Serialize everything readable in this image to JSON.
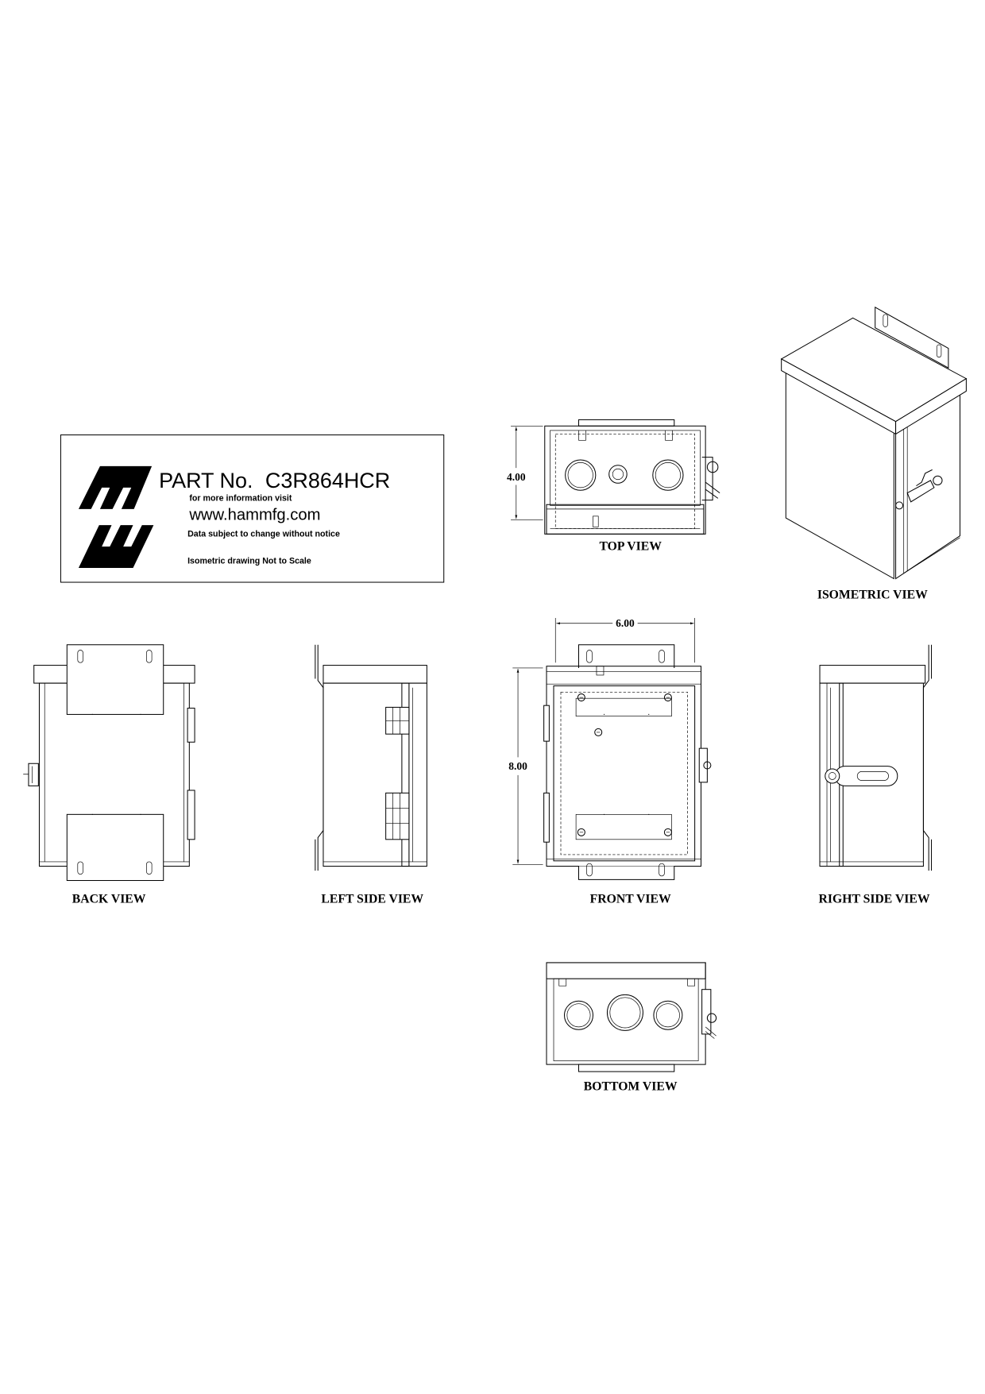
{
  "title_block": {
    "part_label": "PART No.",
    "part_number": "C3R864HCR",
    "info_line": "for more information visit",
    "website": "www.hammfg.com",
    "disclaimer": "Data subject to change without notice",
    "scale_note": "Isometric drawing Not to Scale",
    "logo_icon": "hammond-logo"
  },
  "views": {
    "top": {
      "label": "TOP VIEW",
      "depth_dimension": "4.00"
    },
    "isometric": {
      "label": "ISOMETRIC VIEW"
    },
    "back": {
      "label": "BACK VIEW"
    },
    "left_side": {
      "label": "LEFT SIDE VIEW"
    },
    "front": {
      "label": "FRONT VIEW",
      "width_dimension": "6.00",
      "height_dimension": "8.00"
    },
    "right_side": {
      "label": "RIGHT SIDE VIEW"
    },
    "bottom": {
      "label": "BOTTOM VIEW"
    }
  },
  "colors": {
    "line": "#000000",
    "background": "#ffffff"
  }
}
